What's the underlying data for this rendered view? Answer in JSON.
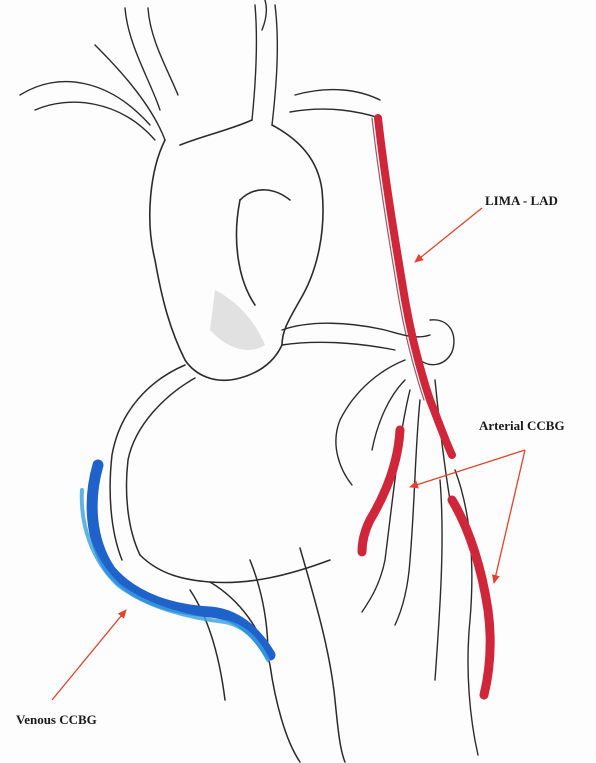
{
  "labels": {
    "lima_lad": "LIMA - LAD",
    "arterial_ccbg": "Arterial CCBG",
    "venous_ccbg": "Venous CCBG"
  },
  "colors": {
    "outline": "#2b2b2b",
    "shading": "#9a9a9a",
    "arterial_graft": "#d0263a",
    "venous_graft": "#1f62c9",
    "venous_graft_light": "#3aa0e0",
    "arrow": "#e0432f"
  }
}
